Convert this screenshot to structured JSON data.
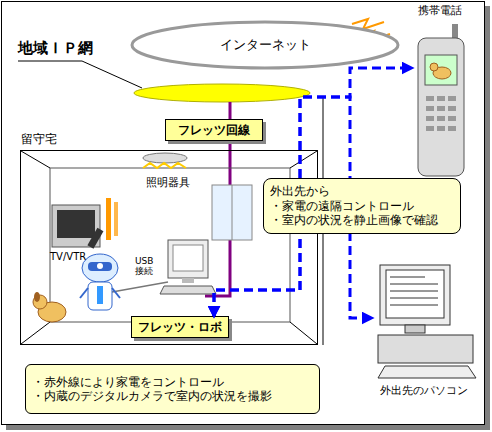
{
  "diagram": {
    "nodes": [
      {
        "text": [
          "インターネット"
        ]
      },
      {
        "text": [
          "フレッツ回線"
        ]
      },
      {
        "text": [
          "留守宅"
        ]
      },
      {
        "text": [
          "フレッツ・ロボ"
        ],
        "in": 2
      },
      {
        "text": [
          "外出先から",
          "・家電の遠隔コントロール",
          "・室内の状況を静止画像で確認"
        ]
      },
      {
        "text": [
          "・赤外線により家電をコントロール",
          "・内蔵のデジタルカメラで室内の状況を撮影"
        ]
      },
      {
        "text": [
          "携帯電話"
        ]
      },
      {
        "text": [
          "外出先のパソコン"
        ]
      }
    ],
    "edges": [
      {
        "from": 3,
        "to": 6,
        "arrow": "both"
      },
      {
        "from": 3,
        "to": 7,
        "arrow": "both"
      }
    ],
    "labels": [
      "地域ＩＰ網",
      "照明器具",
      "TV/VTR",
      "USB接続"
    ]
  }
}
